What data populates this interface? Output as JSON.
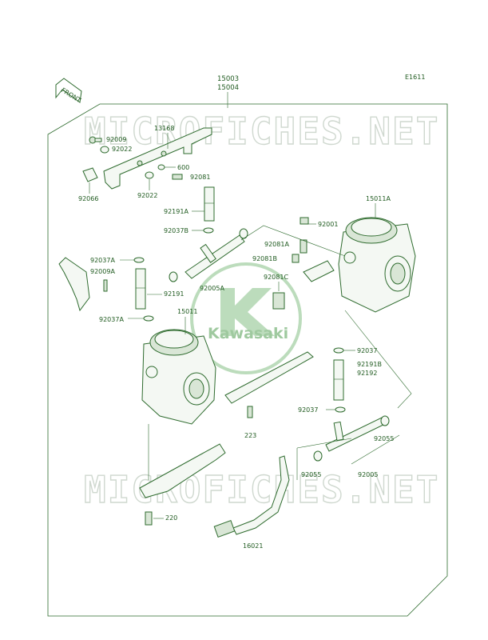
{
  "diagram_code": "E1611",
  "assembly_numbers": [
    "15003",
    "15004"
  ],
  "watermark_text": "MICROFICHES.NET",
  "brand_text": "Kawasaki",
  "front_arrow_text": "FRONT",
  "colors": {
    "ink": "#2e6b2e",
    "label": "#1f5a1f",
    "watermark": "#cfd8cf",
    "brand": "#9fc99f"
  },
  "parts": {
    "p13168": "13168",
    "p92009": "92009",
    "p92022a": "92022",
    "p600": "600",
    "p92081": "92081",
    "p92066": "92066",
    "p92022b": "92022",
    "p92191A": "92191A",
    "p92037B": "92037B",
    "p15011A": "15011A",
    "p92001": "92001",
    "p92081A": "92081A",
    "p92081B": "92081B",
    "p92081C": "92081C",
    "p92037A_a": "92037A",
    "p92009A": "92009A",
    "p92191": "92191",
    "p92005A": "92005A",
    "p15011": "15011",
    "p92037A_b": "92037A",
    "p92037_a": "92037",
    "p92191B": "92191B",
    "p92192": "92192",
    "p92037_b": "92037",
    "p223": "223",
    "p92055_a": "92055",
    "p92055_b": "92055",
    "p92005": "92005",
    "p220": "220",
    "p16021": "16021"
  }
}
